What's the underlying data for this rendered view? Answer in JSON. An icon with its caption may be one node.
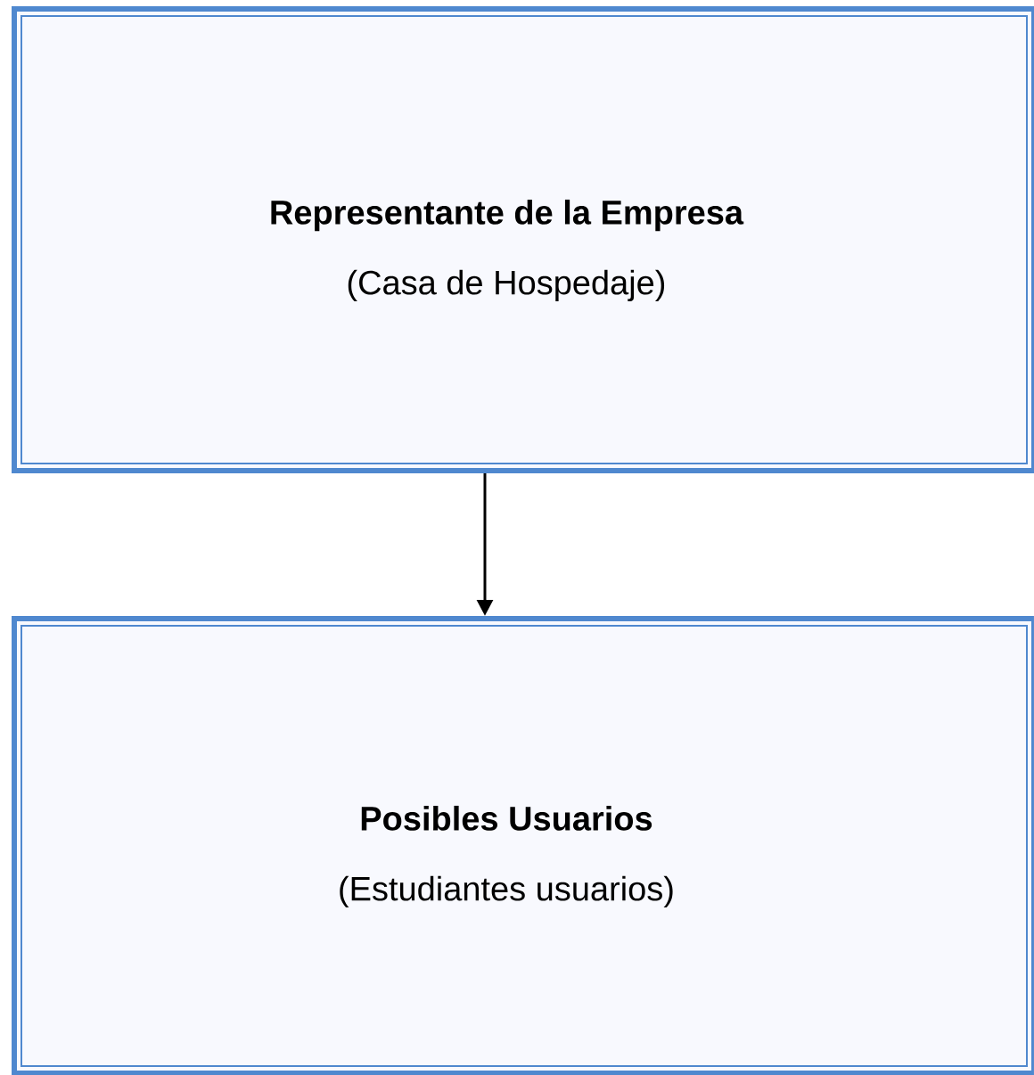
{
  "diagram": {
    "nodes": [
      {
        "text": [
          "Representante de la Empresa",
          "(Casa de Hospedaje)"
        ]
      },
      {
        "text": [
          "Posibles Usuarios",
          "(Estudiantes usuarios)"
        ]
      }
    ],
    "edges": [
      {
        "from": 0,
        "to": 1,
        "arrow": "to"
      }
    ]
  }
}
